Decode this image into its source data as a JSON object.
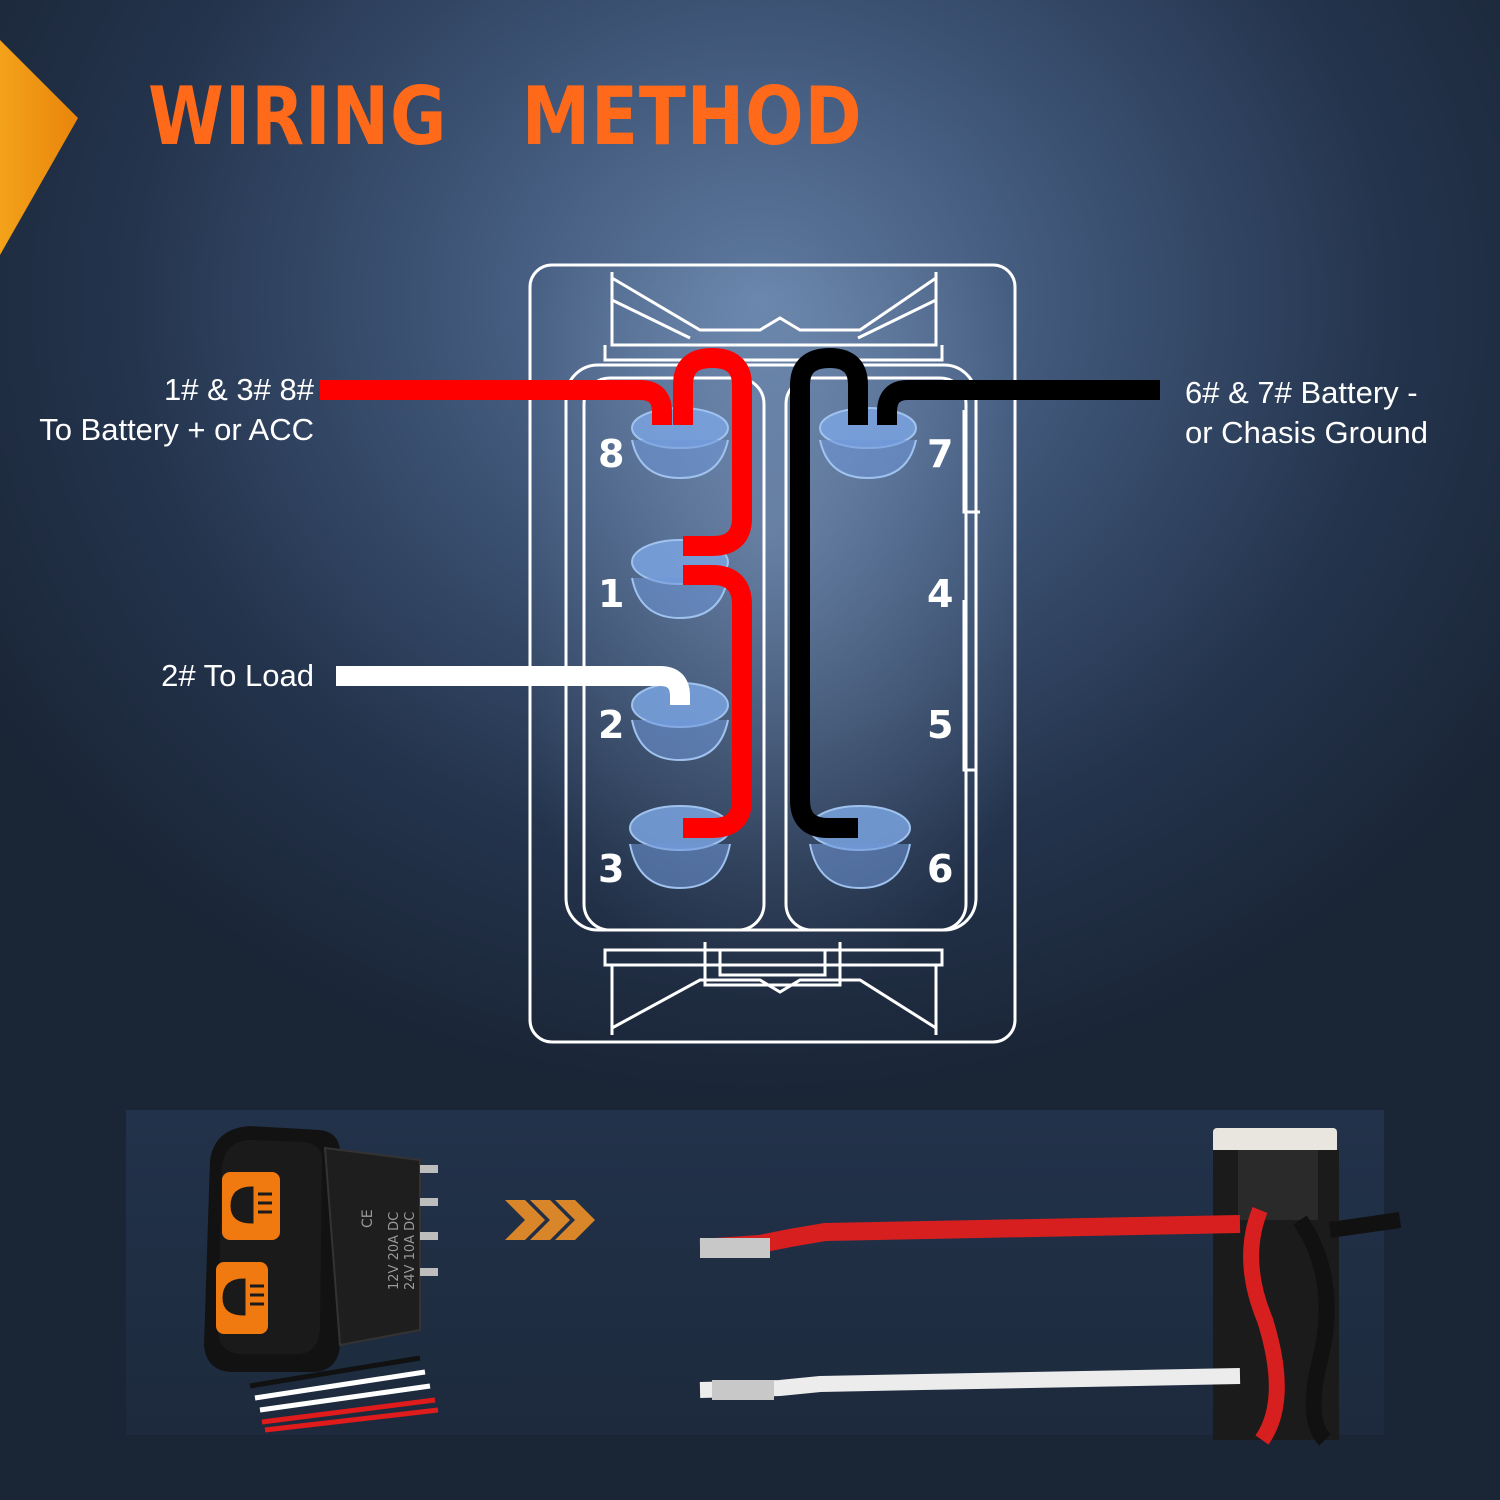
{
  "title": "WIRING   METHOD",
  "labels": {
    "battery_plus_line1": "1# & 3# 8#",
    "battery_plus_line2": "To Battery + or ACC",
    "ground_line1": "6# & 7# Battery -",
    "ground_line2": "or Chasis Ground",
    "load": "2# To Load"
  },
  "pins": {
    "p8": "8",
    "p7": "7",
    "p1": "1",
    "p4": "4",
    "p2": "2",
    "p5": "5",
    "p3": "3",
    "p6": "6"
  },
  "switch_product": {
    "marking_ce": "CE",
    "marking_rating1": "12V 20A DC",
    "marking_rating2": "24V 10A DC"
  },
  "colors": {
    "accent": "#ff6a1a",
    "wire_positive": "#ff0000",
    "wire_ground": "#000000",
    "wire_load": "#ffffff",
    "switch_face": "#f07a10"
  },
  "icons": [
    "headlight-icon",
    "headlight-icon",
    "chevron-right-icon"
  ]
}
